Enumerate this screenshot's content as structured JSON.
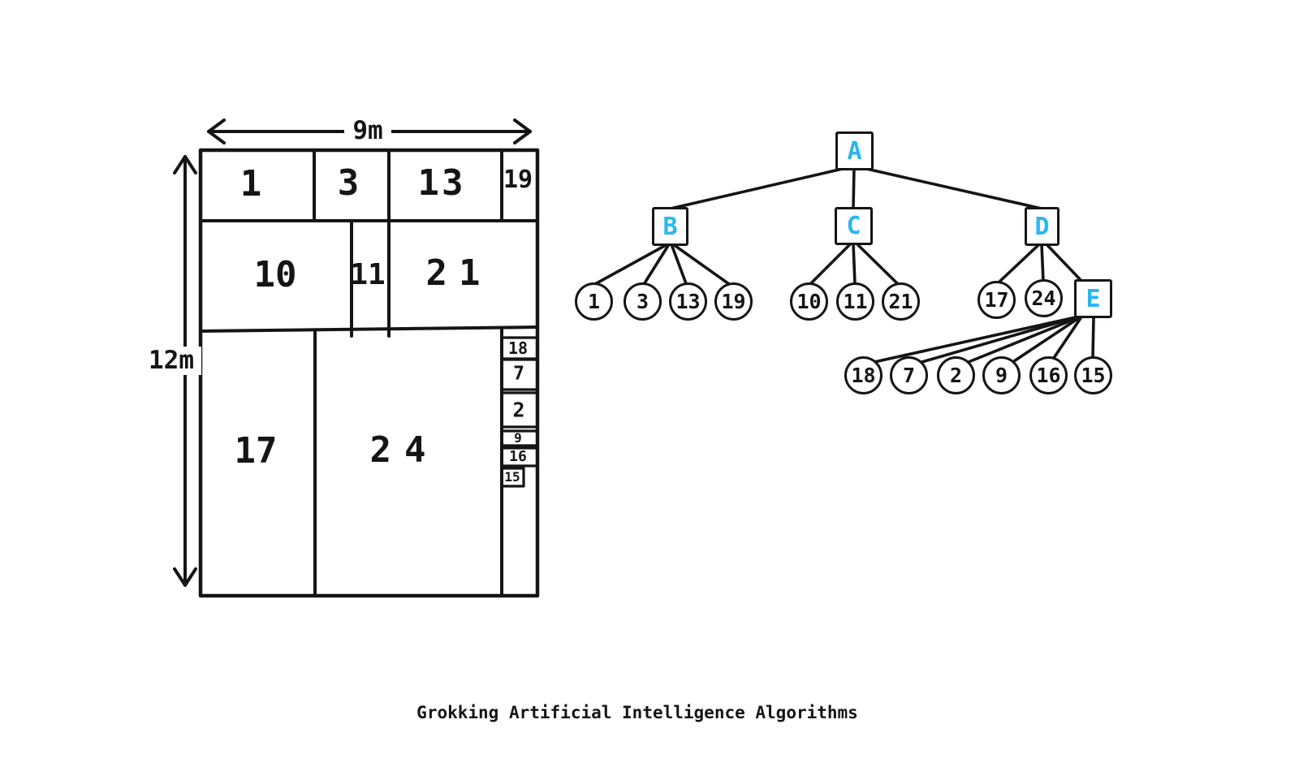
{
  "caption": "Grokking Artificial Intelligence Algorithms",
  "colors": {
    "ink": "#151515",
    "accent": "#29b6f2",
    "background": "#ffffff"
  },
  "floor_plan": {
    "width_label": "9m",
    "height_label": "12m",
    "rooms": {
      "r1": "1",
      "r3": "3",
      "r13": "13",
      "r19": "19",
      "r10": "10",
      "r11": "11",
      "r21": "21",
      "r17": "17",
      "r24": "24",
      "r18": "18",
      "r7": "7",
      "r2": "2",
      "r9": "9",
      "r16": "16",
      "r15": "15"
    }
  },
  "tree": {
    "nodes": {
      "a": "A",
      "b": "B",
      "c": "C",
      "d": "D",
      "e": "E"
    },
    "leaves": {
      "b": [
        "1",
        "3",
        "13",
        "19"
      ],
      "c": [
        "10",
        "11",
        "21"
      ],
      "d": [
        "17",
        "24"
      ],
      "e": [
        "18",
        "7",
        "2",
        "9",
        "16",
        "15"
      ]
    }
  }
}
